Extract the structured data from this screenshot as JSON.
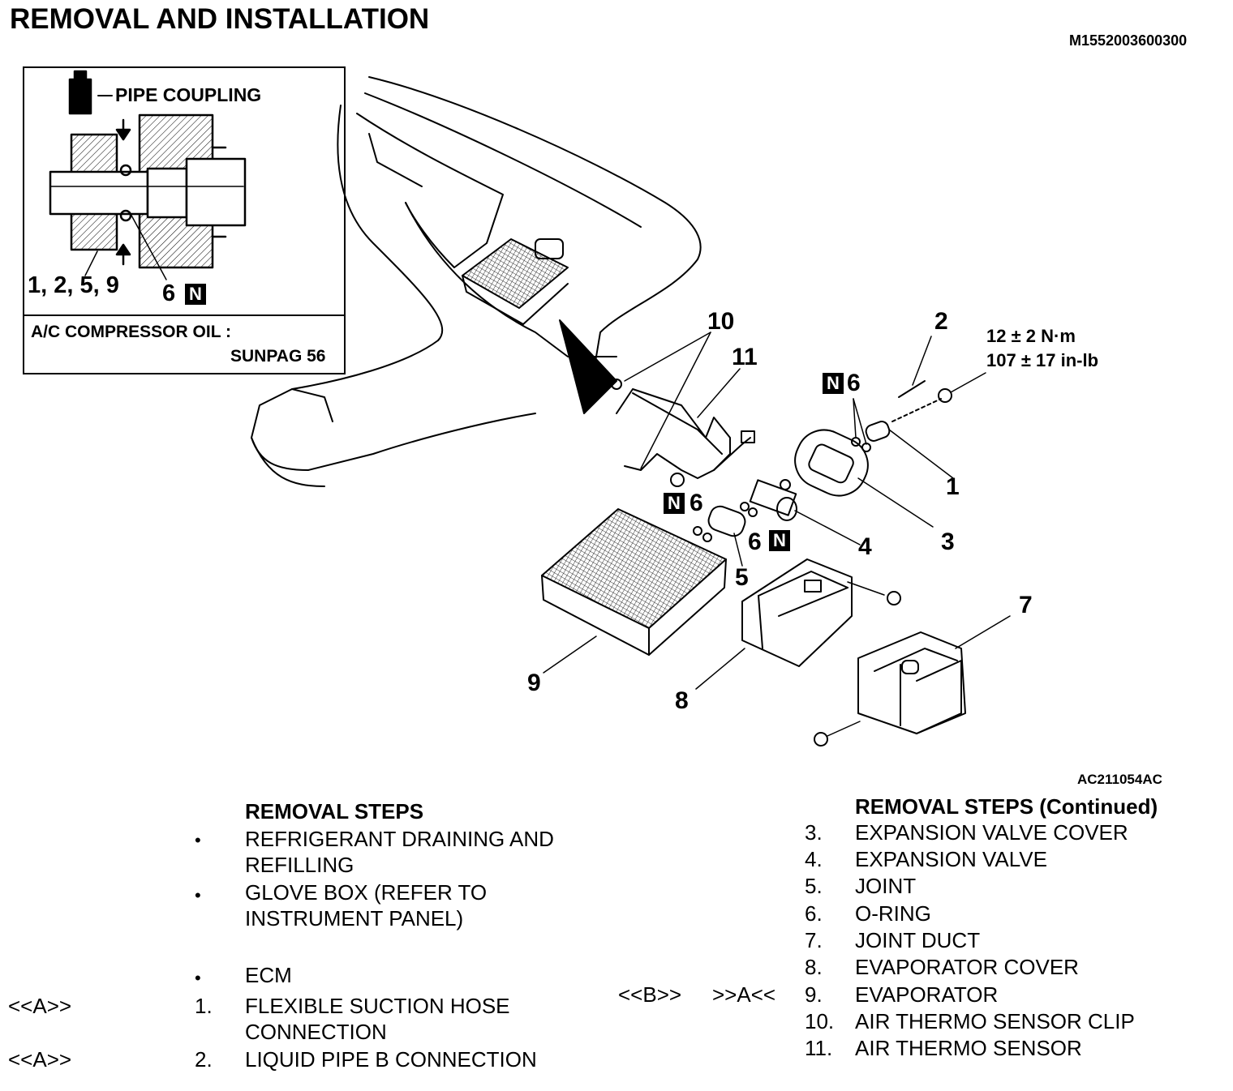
{
  "header": {
    "title": "REMOVAL AND INSTALLATION",
    "doc_id": "M1552003600300"
  },
  "figure": {
    "figure_id": "AC211054AC",
    "inset": {
      "pipe_coupling_label": "PIPE COUPLING",
      "parts_label": "1, 2, 5, 9",
      "oring_label": "6",
      "badge": "N",
      "oil_label": "A/C COMPRESSOR OIL :",
      "oil_type": "SUNPAG 56"
    },
    "torque": {
      "metric": "12 ± 2 N·m",
      "imperial": "107 ± 17 in-lb"
    },
    "callouts": {
      "c1": "1",
      "c2": "2",
      "c3": "3",
      "c4": "4",
      "c5": "5",
      "c6a": "6",
      "c6b": "6",
      "c6c": "6",
      "c7": "7",
      "c8": "8",
      "c9": "9",
      "c10": "10",
      "c11": "11",
      "badge": "N"
    }
  },
  "steps_left": {
    "heading": "REMOVAL STEPS",
    "bullet_symbol": "•",
    "items": [
      {
        "line1": "REFRIGERANT DRAINING AND",
        "line2": "REFILLING"
      },
      {
        "line1": "GLOVE BOX (REFER TO",
        "line2": " INSTRUMENT PANEL)"
      },
      {
        "line1": "ECM"
      },
      {
        "ref": "<<A>>",
        "num": "1.",
        "line1": "FLEXIBLE SUCTION HOSE",
        "line2": "CONNECTION"
      },
      {
        "ref": "<<A>>",
        "num": "2.",
        "line1": "LIQUID PIPE B CONNECTION"
      }
    ]
  },
  "steps_right": {
    "heading": "REMOVAL STEPS (Continued)",
    "ref_b": "<<B>>",
    "ref_a": ">>A<<",
    "items": [
      {
        "num": "3.",
        "label": "EXPANSION VALVE COVER"
      },
      {
        "num": "4.",
        "label": "EXPANSION VALVE"
      },
      {
        "num": "5.",
        "label": "JOINT"
      },
      {
        "num": "6.",
        "label": "O-RING"
      },
      {
        "num": "7.",
        "label": "JOINT DUCT"
      },
      {
        "num": "8.",
        "label": "EVAPORATOR COVER"
      },
      {
        "num": "9.",
        "label": "EVAPORATOR"
      },
      {
        "num": "10.",
        "label": "AIR THERMO SENSOR CLIP"
      },
      {
        "num": "11.",
        "label": "AIR THERMO SENSOR"
      }
    ]
  }
}
